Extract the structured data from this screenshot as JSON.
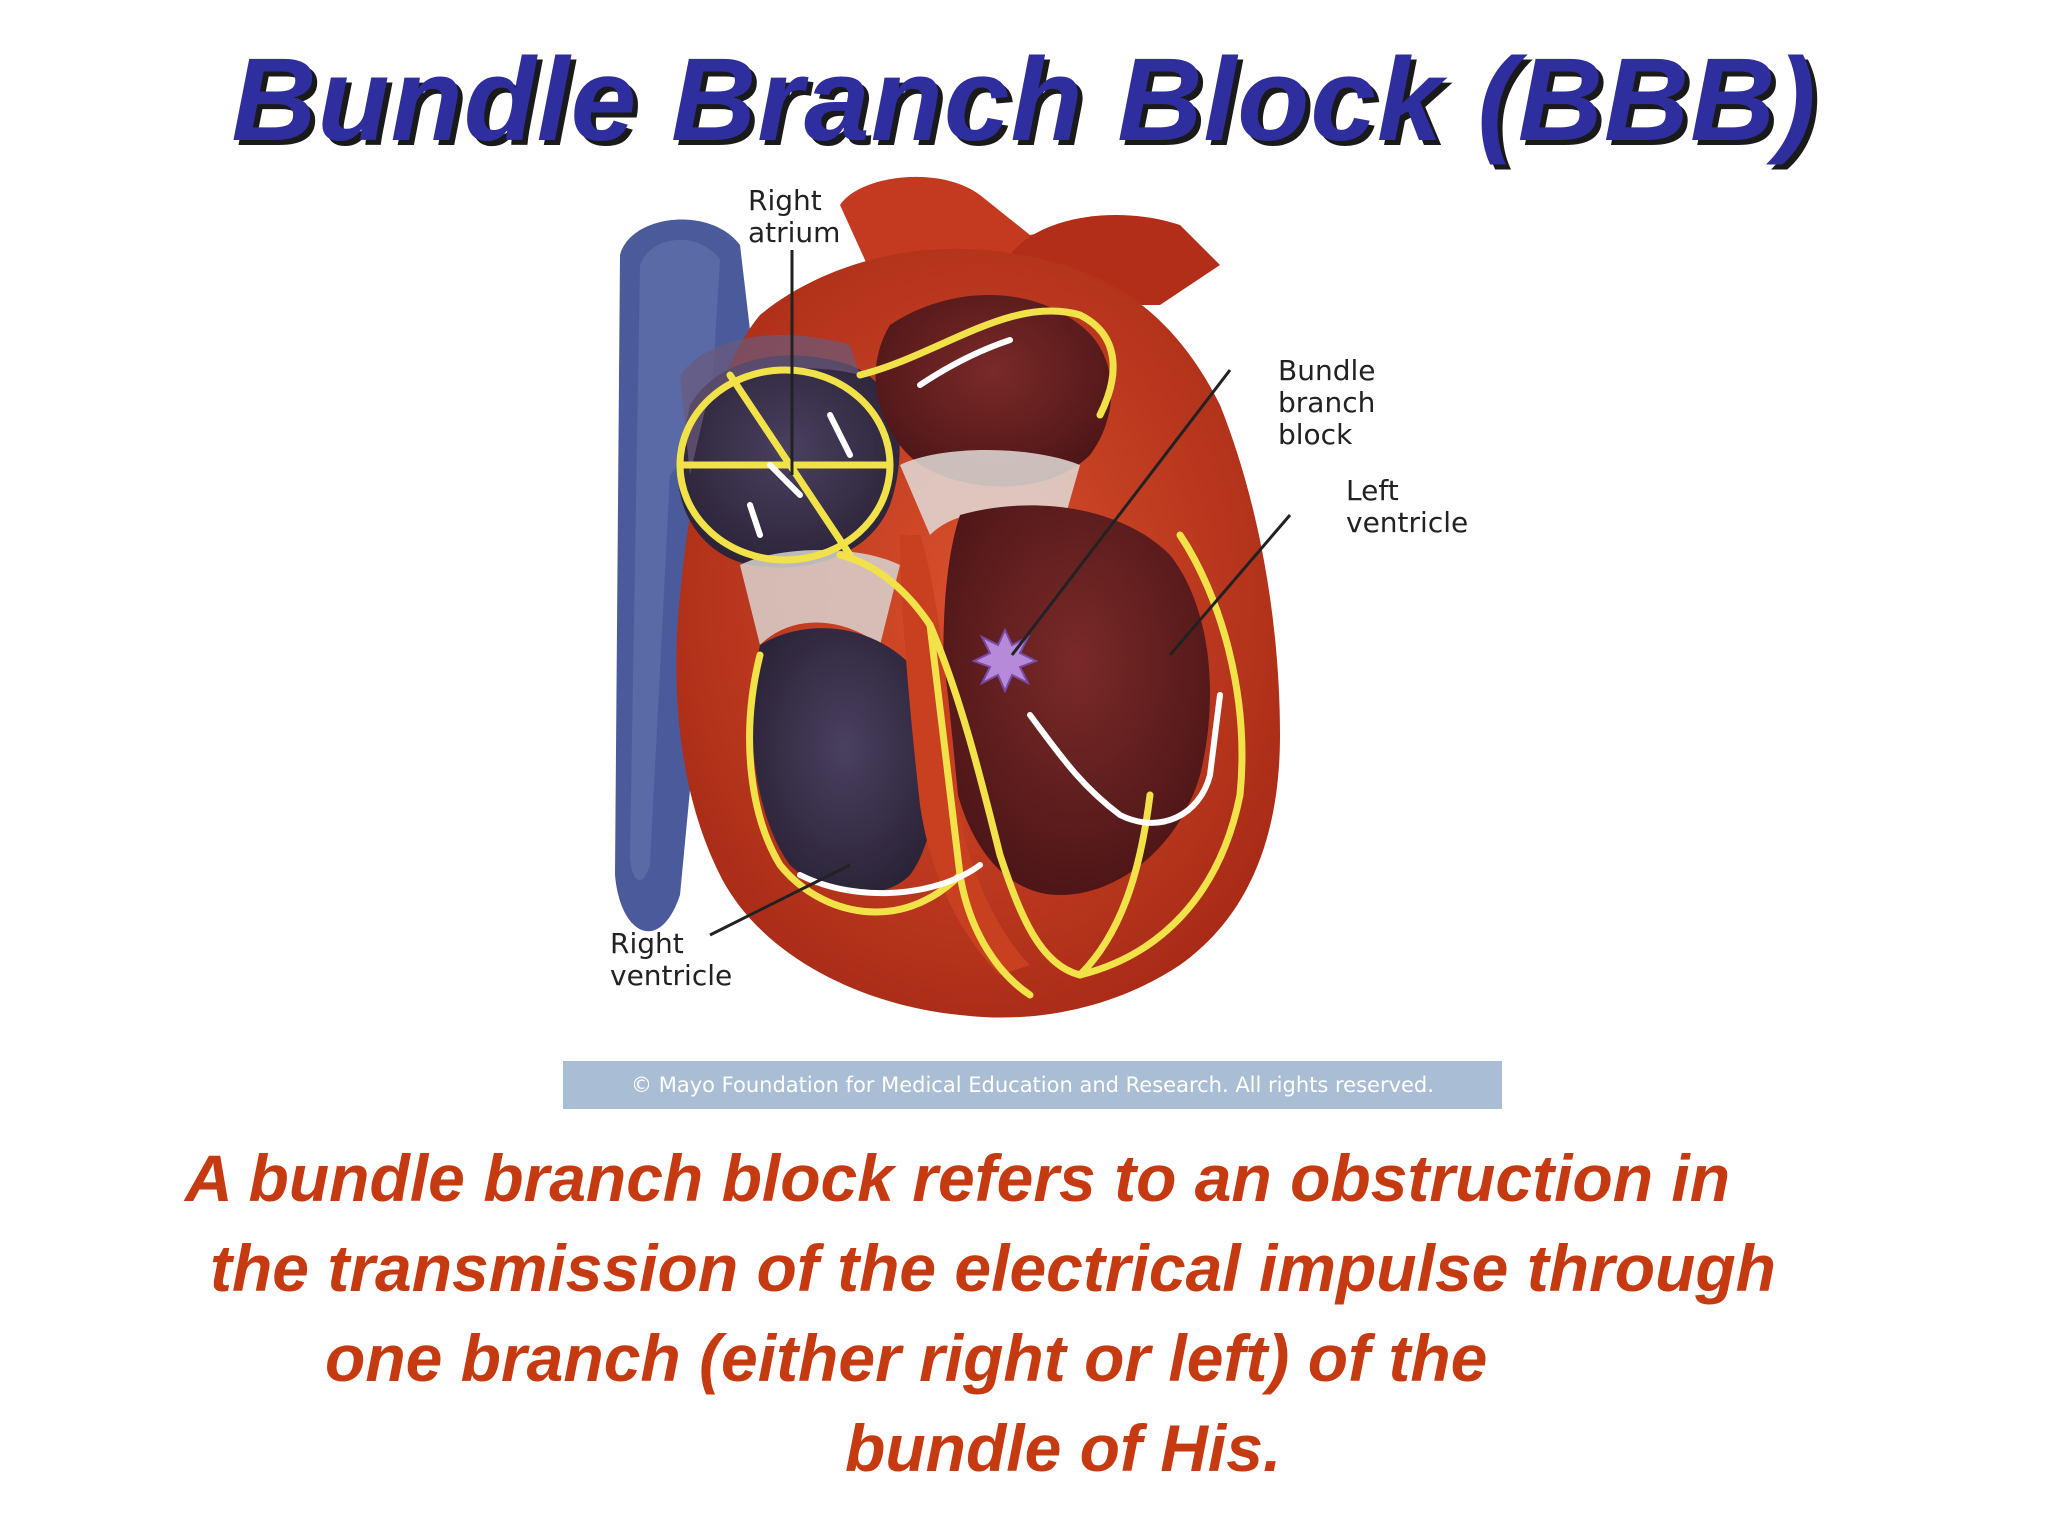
{
  "title": "Bundle Branch Block (BBB)",
  "figure": {
    "labels": {
      "right_atrium": "Right\natrium",
      "bundle_branch_block": "Bundle\nbranch\nblock",
      "left_ventricle": "Left\nventricle",
      "right_ventricle": "Right\nventricle"
    },
    "copyright": "© Mayo Foundation for Medical Education and Research.  All rights reserved."
  },
  "caption": {
    "lines": [
      "A bundle branch block refers to an obstruction in",
      "the transmission of the electrical impulse through",
      "one branch (either right or left) of the",
      "bundle of His."
    ]
  },
  "colors": {
    "title": "#2e2e9e",
    "caption": "#c63a12",
    "heart_wall": "#c43a20",
    "conduction": "#f2e24a",
    "vena_cava": "#4a5a9a",
    "block_marker": "#b68ad8"
  }
}
